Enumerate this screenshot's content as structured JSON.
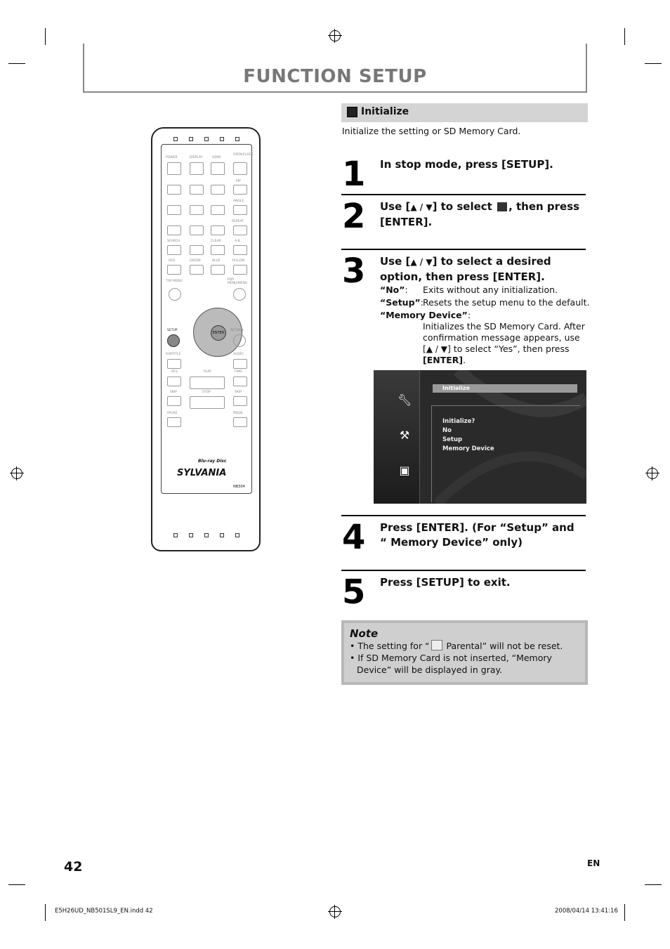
{
  "page": {
    "title": "FUNCTION SETUP",
    "page_number": "42",
    "language": "EN",
    "footer_left": "E5H26UD_NB501SL9_EN.indd   42",
    "footer_right": "2008/04/14   13:41:16"
  },
  "section": {
    "heading": "Initialize",
    "intro": "Initialize the setting or SD Memory Card."
  },
  "steps": [
    {
      "num": "1",
      "text": "In stop mode, press [SETUP]."
    },
    {
      "num": "2",
      "text_a": "Use [",
      "arrows": "▲ / ▼",
      "text_b": "] to select",
      "text_c": ", then press [ENTER]."
    },
    {
      "num": "3",
      "text_a": "Use [",
      "arrows": "▲ / ▼",
      "text_b": "] to select a desired option, then press [ENTER]."
    },
    {
      "num": "4",
      "text": "Press [ENTER]. (For “Setup” and “ Memory Device” only)"
    },
    {
      "num": "5",
      "text": "Press [SETUP] to exit."
    }
  ],
  "options": {
    "no_label": "“No”",
    "no_colon": ":",
    "no_desc": "Exits without any initialization.",
    "setup_label": "“Setup”",
    "setup_colon": ":",
    "setup_desc": "Resets the setup menu to the default.",
    "memory_label": "“Memory Device”",
    "memory_colon": ":",
    "memory_desc_1": "Initializes the SD Memory Card. After",
    "memory_desc_2": "confirmation message appears, use",
    "memory_desc_3a": "[",
    "memory_desc_3_arrows": "▲ / ▼",
    "memory_desc_3b": "] to select “Yes”, then press",
    "memory_desc_4": "[ENTER]",
    "memory_desc_4_end": "."
  },
  "screenshot": {
    "bar_title": "Initialize",
    "lines": [
      "Initialize?",
      "No",
      "Setup",
      "Memory Device"
    ]
  },
  "note": {
    "title": "Note",
    "item1_a": "The setting for “",
    "item1_b": " Parental” will not be reset.",
    "item2": "If SD Memory Card is not inserted, “Memory Device” will be displayed in gray."
  },
  "remote": {
    "brand": "SYLVANIA",
    "disc_logo": "Blu-ray Disc",
    "model": "NB304",
    "enter_label": "ENTER",
    "setup_label": "SETUP",
    "top_labels": [
      "POWER",
      "DISPLAY",
      "HDMI",
      "OPEN/CLOSE"
    ],
    "mid_labels": [
      "SEARCH",
      "CLEAR",
      "A-B",
      "RED",
      "GREEN",
      "BLUE",
      "YELLOW",
      "TOP MENU",
      "POP MENU/MENU",
      "RETURN",
      "SUBTITLE",
      "AUDIO",
      "REV",
      "PLAY",
      "FWD",
      "SKIP",
      "STOP",
      "SKIP",
      "PAUSE",
      "MODE",
      "PIP",
      "ANGLE",
      "REPEAT"
    ]
  }
}
